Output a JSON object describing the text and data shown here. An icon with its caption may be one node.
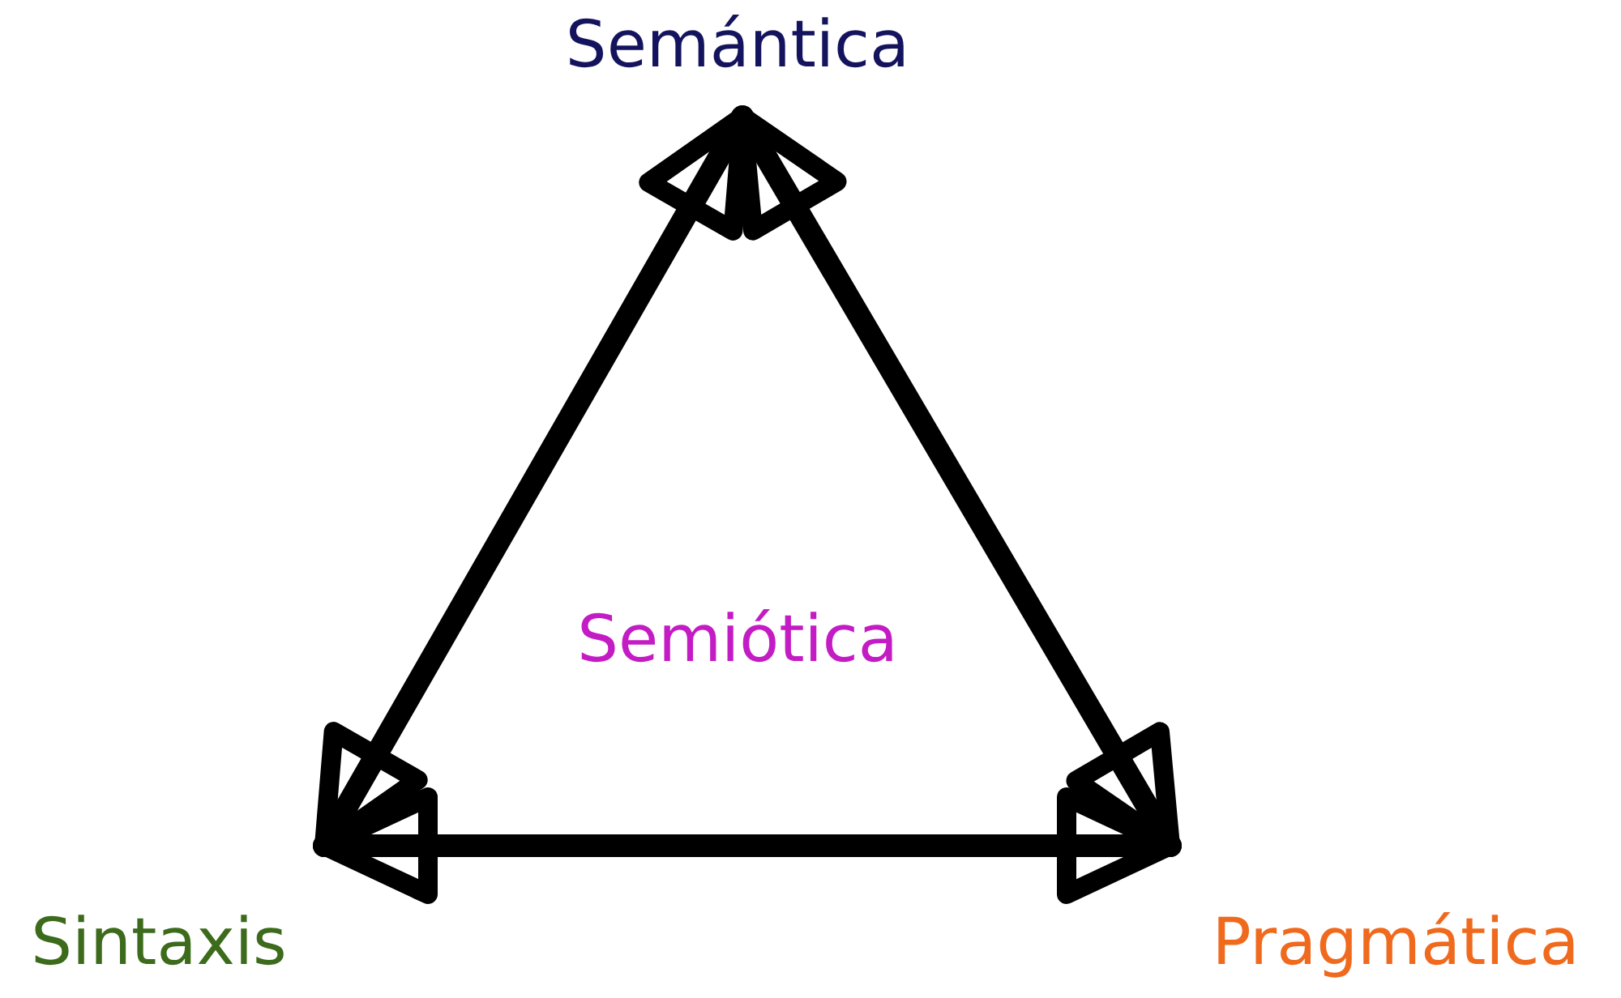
{
  "diagram": {
    "nodes": [
      {
        "text": [
          "Semántica"
        ]
      },
      {
        "text": [
          "Semiótica"
        ]
      },
      {
        "text": [
          "Sintaxis"
        ]
      },
      {
        "text": [
          "Pragmática"
        ]
      }
    ],
    "edges": [
      {
        "from": 0,
        "to": 2,
        "arrow": "both"
      },
      {
        "from": 0,
        "to": 3,
        "arrow": "both"
      },
      {
        "from": 2,
        "to": 3,
        "arrow": "both"
      }
    ]
  }
}
